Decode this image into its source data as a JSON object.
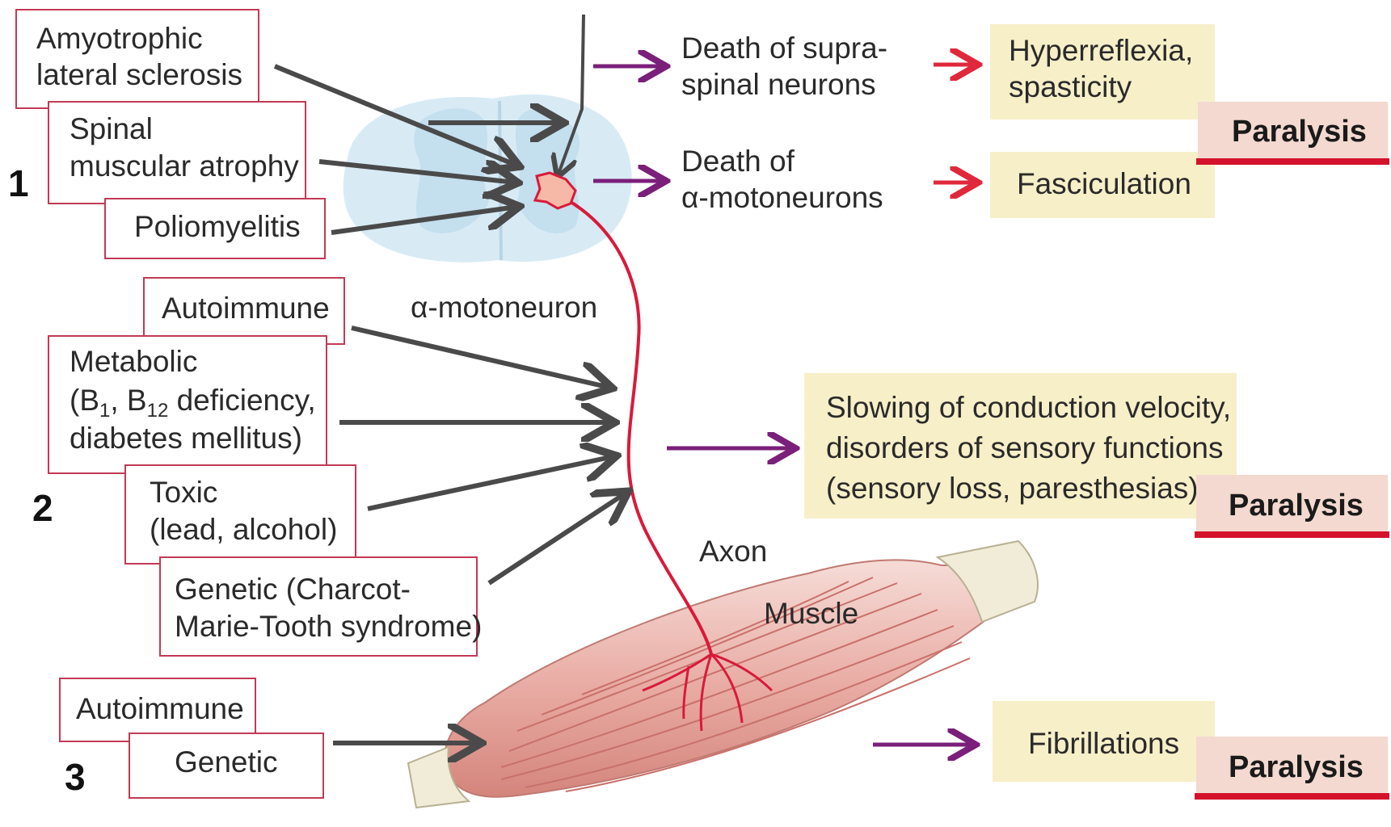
{
  "section_numbers": [
    "1",
    "2",
    "3"
  ],
  "group1_causes": [
    "Amyotrophic",
    "lateral sclerosis",
    "Spinal",
    "muscular atrophy",
    "Poliomyelitis"
  ],
  "group2_causes": {
    "autoimmune": "Autoimmune",
    "metabolic_line1": "Metabolic",
    "metabolic_line2_a": "(B",
    "metabolic_sub1": "1",
    "metabolic_line2_b": ", B",
    "metabolic_sub2": "12",
    "metabolic_line2_c": " deficiency,",
    "metabolic_line3": "diabetes mellitus)",
    "toxic_line1": "Toxic",
    "toxic_line2": "(lead, alcohol)",
    "genetic_line1": "Genetic (Charcot-",
    "genetic_line2": "Marie-Tooth syndrome)"
  },
  "group3_causes": [
    "Autoimmune",
    "Genetic"
  ],
  "structure_labels": {
    "motoneuron": "α-motoneuron",
    "axon": "Axon",
    "muscle": "Muscle"
  },
  "effects": {
    "supraspinal": [
      "Death of supra-",
      "spinal neurons"
    ],
    "motoneuron_death": [
      "Death of",
      "α-motoneurons"
    ],
    "hyperreflexia": [
      "Hyperreflexia,",
      "spasticity"
    ],
    "fasciculation": "Fasciculation",
    "conduction": [
      "Slowing of conduction velocity,",
      "disorders of sensory functions",
      "(sensory loss, paresthesias)"
    ],
    "fibrillations": "Fibrillations",
    "paralysis": "Paralysis"
  },
  "colors": {
    "cause_border": "#c23a55",
    "result_box": "#f7efc8",
    "paralysis_box": "#f3d9cf",
    "paralysis_underline": "#d4122b",
    "dark_arrow": "#4a4a4a",
    "purple_arrow": "#7a1f7a",
    "red_arrow": "#e0283c",
    "neuron": "#d91a3a"
  }
}
